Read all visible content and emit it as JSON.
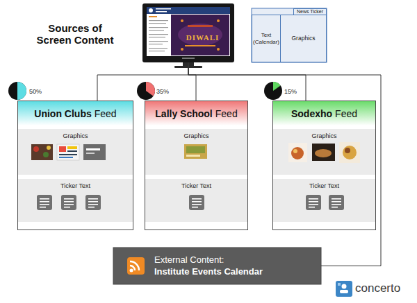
{
  "diagram": {
    "title": "Sources of Screen Content",
    "nodes": [
      {
        "text": [
          "DIWALI"
        ]
      },
      {
        "text": [
          "News Ticker"
        ]
      },
      {
        "text": [
          "Text (Calendar)"
        ]
      },
      {
        "text": [
          "Graphics"
        ]
      },
      {
        "text": [
          "50%",
          "Union Clubs",
          "Feed"
        ]
      },
      {
        "text": [
          "Graphics"
        ],
        "in": 4
      },
      {
        "text": [
          "Ticker Text"
        ],
        "in": 4
      },
      {
        "text": [
          "35%",
          "Lally School",
          "Feed"
        ]
      },
      {
        "text": [
          "Graphics"
        ],
        "in": 7
      },
      {
        "text": [
          "Ticker Text"
        ],
        "in": 7
      },
      {
        "text": [
          "15%",
          "Sodexho",
          "Feed"
        ]
      },
      {
        "text": [
          "Graphics"
        ],
        "in": 10
      },
      {
        "text": [
          "Ticker Text"
        ],
        "in": 10
      },
      {
        "text": [
          "External Content:",
          "Institute Events Calendar"
        ]
      }
    ],
    "edges": [
      {
        "from": 4,
        "to": 0,
        "arrow": "none"
      },
      {
        "from": 7,
        "to": 0,
        "arrow": "none"
      },
      {
        "from": 10,
        "to": 0,
        "arrow": "none"
      },
      {
        "from": 13,
        "to": 0,
        "arrow": "none"
      }
    ],
    "labels": [
      "concerto"
    ]
  }
}
